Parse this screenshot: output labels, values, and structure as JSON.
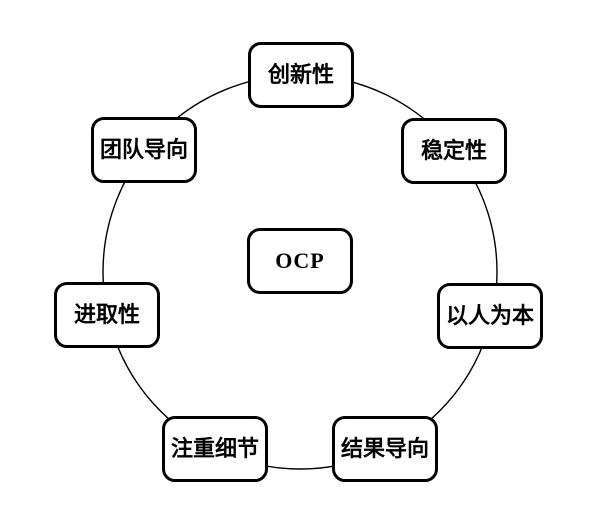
{
  "diagram": {
    "center": {
      "label": "OCP"
    },
    "nodes": [
      {
        "id": "innovation",
        "label": "创新性",
        "position": "top"
      },
      {
        "id": "stability",
        "label": "稳定性",
        "position": "top-right"
      },
      {
        "id": "people-oriented",
        "label": "以人为本",
        "position": "right"
      },
      {
        "id": "result-orientation",
        "label": "结果导向",
        "position": "bottom-right"
      },
      {
        "id": "attention-to-detail",
        "label": "注重细节",
        "position": "bottom-left"
      },
      {
        "id": "enterprising",
        "label": "进取性",
        "position": "left"
      },
      {
        "id": "team-orientation",
        "label": "团队导向",
        "position": "top-left"
      }
    ],
    "colors": {
      "stroke": "#000000",
      "box_fill": "#ffffff",
      "text": "#000000",
      "background": "#ffffff"
    }
  }
}
